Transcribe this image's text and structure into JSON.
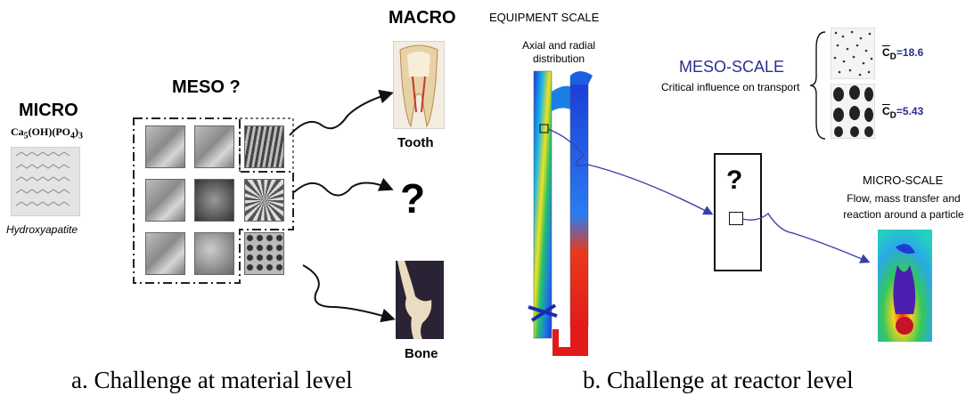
{
  "material": {
    "micro_title": "MICRO",
    "formula_main": "Ca",
    "formula_sub": "5",
    "formula_mid": "(OH)(PO",
    "formula_sub2": "4",
    "formula_end": ")",
    "formula_sub3": "3",
    "micro_label": "Hydroxyapatite",
    "meso_title": "MESO ?",
    "macro_title": "MACRO",
    "tooth_label": "Tooth",
    "question_mark": "?",
    "bone_label": "Bone",
    "caption": "a. Challenge at material level"
  },
  "reactor": {
    "equipment_title": "EQUIPMENT SCALE",
    "axial_line1": "Axial and radial",
    "axial_line2": "distribution",
    "meso_title": "MESO-SCALE",
    "meso_subtitle": "Critical influence on transport",
    "cd1": "=18.6",
    "cd2": "=5.43",
    "cd_symbol": "C",
    "cd_sub": "D",
    "question_mark": "?",
    "micro_title": "MICRO-SCALE",
    "micro_line1": "Flow, mass transfer and",
    "micro_line2": "reaction around a particle",
    "caption": "b. Challenge at reactor level"
  },
  "colors": {
    "meso_title": "#2b2f8f",
    "cd_value": "#2b2f8f",
    "arrow_blue": "#3a3fa8"
  }
}
